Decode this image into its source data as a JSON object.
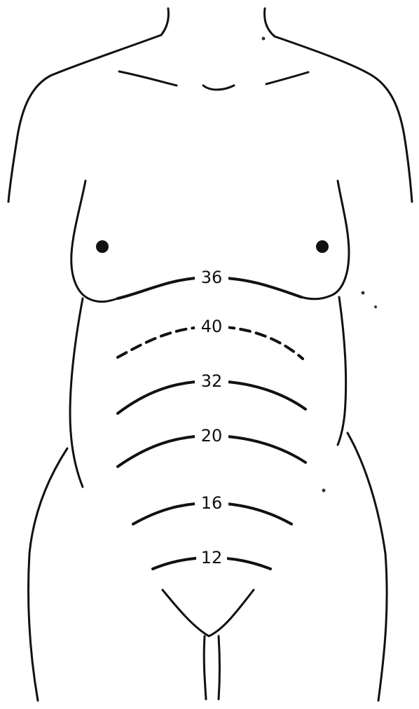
{
  "diagram": {
    "fundal_levels": [
      {
        "label": "36",
        "style": "solid"
      },
      {
        "label": "40",
        "style": "dashed"
      },
      {
        "label": "32",
        "style": "solid"
      },
      {
        "label": "20",
        "style": "solid"
      },
      {
        "label": "16",
        "style": "solid"
      },
      {
        "label": "12",
        "style": "solid"
      }
    ]
  }
}
